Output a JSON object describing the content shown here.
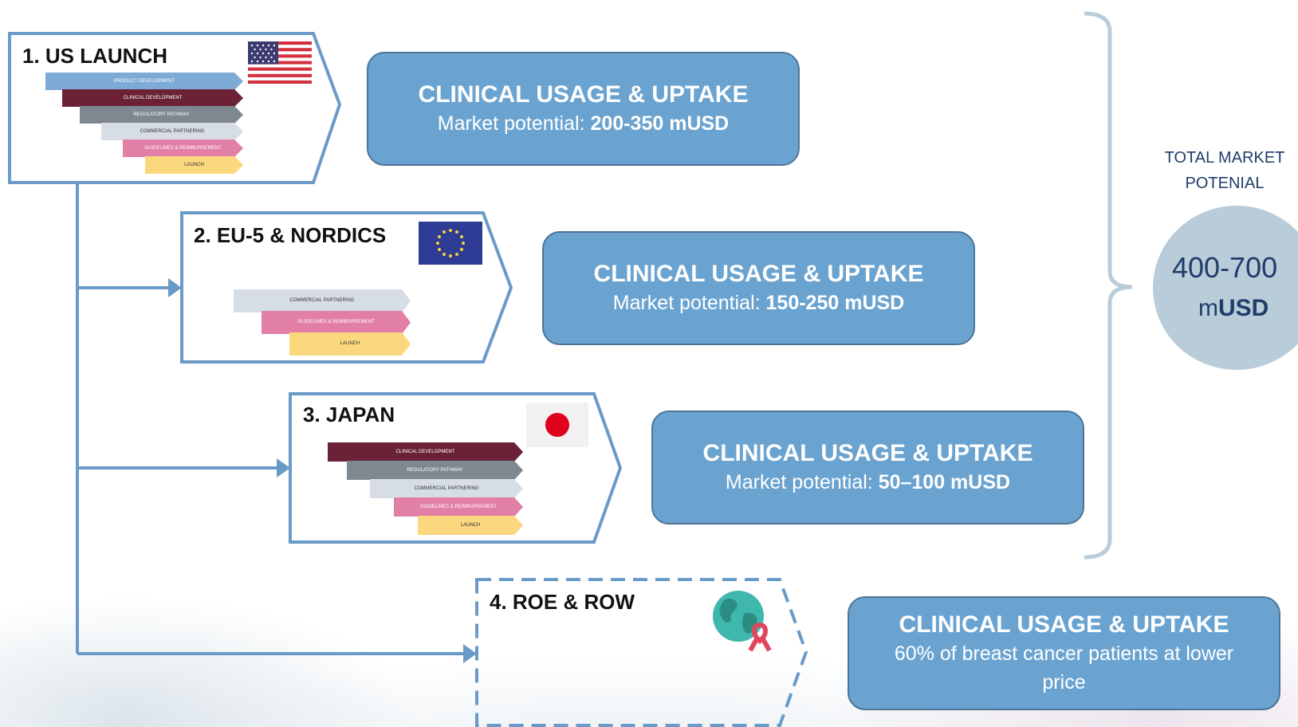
{
  "markets": [
    {
      "title": "1. US LAUNCH",
      "flag": "us-flag",
      "steps": [
        "PRODUCT DEVELOPMENT",
        "CLINICAL DEVELOPMENT",
        "REGULATORY PATHWAY",
        "COMMERCIAL PARTNERING",
        "GUIDELINES & REIMBURSEMENT",
        "LAUNCH"
      ],
      "card": {
        "title": "CLINICAL USAGE & UPTAKE",
        "prefix": "Market potential: ",
        "value": "200-350 mUSD"
      }
    },
    {
      "title": "2. EU-5 & NORDICS",
      "flag": "eu-flag",
      "steps": [
        "COMMERCIAL PARTNERING",
        "GUIDELINES & REIMBURSEMENT",
        "LAUNCH"
      ],
      "card": {
        "title": "CLINICAL USAGE & UPTAKE",
        "prefix": "Market potential: ",
        "value": "150-250 mUSD"
      }
    },
    {
      "title": "3. JAPAN",
      "flag": "japan-flag",
      "steps": [
        "CLINICAL DEVELOPMENT",
        "REGULATORY PATHWAY",
        "COMMERCIAL PARTNERING",
        "GUIDELINES & REIMBURSEMENT",
        "LAUNCH"
      ],
      "card": {
        "title": "CLINICAL USAGE & UPTAKE",
        "prefix": "Market potential: ",
        "value": "50–100 mUSD"
      }
    },
    {
      "title": "4. ROE & ROW",
      "flag": "globe-ribbon-icon",
      "steps": [],
      "card": {
        "title": "CLINICAL USAGE & UPTAKE",
        "prefix": "60% of breast cancer patients at lower price",
        "value": ""
      }
    }
  ],
  "total": {
    "label_line1": "TOTAL MARKET",
    "label_line2": "POTENIAL",
    "value": "400-700",
    "unit_prefix": "m",
    "unit_bold": "USD"
  },
  "colors": {
    "outline": "#6a9bc8",
    "card_fill": "#6aa3d0",
    "card_border": "#4e7495",
    "total_text": "#1e3d6a",
    "total_circle": "#b9ccd9",
    "step_product_development": "#7eaad6",
    "step_clinical_development": "#6b2237",
    "step_regulatory_pathway": "#7f8890",
    "step_commercial_partnering": "#d6dde5",
    "step_guidelines_reimbursement": "#e27fa7",
    "step_launch": "#fbd77e"
  }
}
